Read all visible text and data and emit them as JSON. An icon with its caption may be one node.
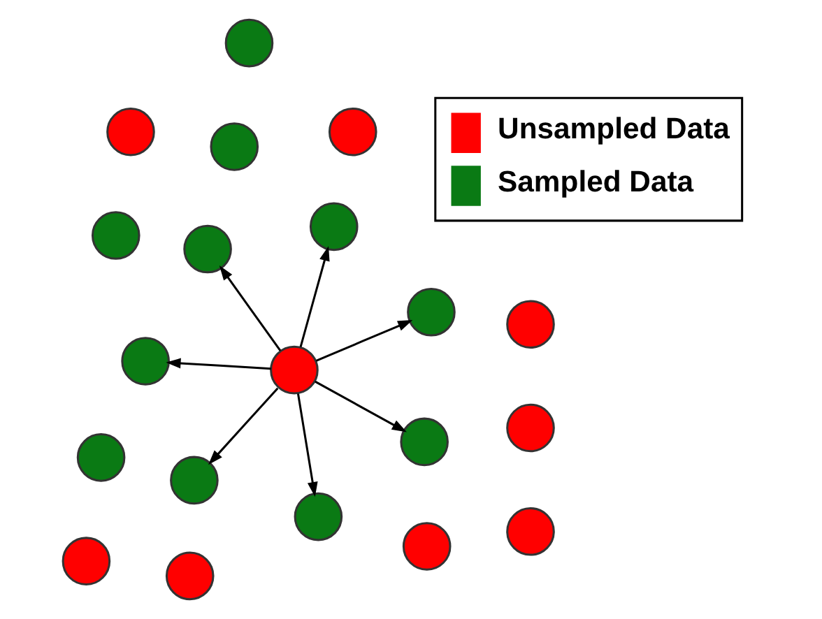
{
  "diagram": {
    "nodes": [
      {
        "text": [],
        "shape": "circle"
      },
      {
        "text": [],
        "shape": "circle"
      },
      {
        "text": [],
        "shape": "circle"
      },
      {
        "text": [],
        "shape": "circle"
      },
      {
        "text": [],
        "shape": "circle"
      },
      {
        "text": [],
        "shape": "circle"
      },
      {
        "text": [],
        "shape": "circle"
      },
      {
        "text": [],
        "shape": "circle"
      },
      {
        "text": [],
        "shape": "circle"
      },
      {
        "text": [],
        "shape": "circle"
      },
      {
        "text": [],
        "shape": "circle"
      },
      {
        "text": [],
        "shape": "circle"
      },
      {
        "text": [],
        "shape": "circle"
      },
      {
        "text": [],
        "shape": "circle"
      },
      {
        "text": [],
        "shape": "circle"
      },
      {
        "text": [],
        "shape": "circle"
      },
      {
        "text": [],
        "shape": "circle"
      },
      {
        "text": [],
        "shape": "circle"
      },
      {
        "text": [],
        "shape": "circle"
      },
      {
        "text": [],
        "shape": "circle"
      }
    ],
    "edges": [
      {
        "from": 10,
        "to": 1,
        "arrow": "to"
      },
      {
        "from": 10,
        "to": 5,
        "arrow": "to"
      },
      {
        "from": 10,
        "to": 6,
        "arrow": "to"
      },
      {
        "from": 10,
        "to": 8,
        "arrow": "to"
      },
      {
        "from": 10,
        "to": 13,
        "arrow": "to"
      },
      {
        "from": 10,
        "to": 17,
        "arrow": "to"
      },
      {
        "from": 10,
        "to": 16,
        "arrow": "to"
      }
    ],
    "legend": [
      {
        "text": "Unsampled Data",
        "color": "#ff0000"
      },
      {
        "text": "Sampled Data",
        "color": "#0a7a14"
      }
    ]
  }
}
